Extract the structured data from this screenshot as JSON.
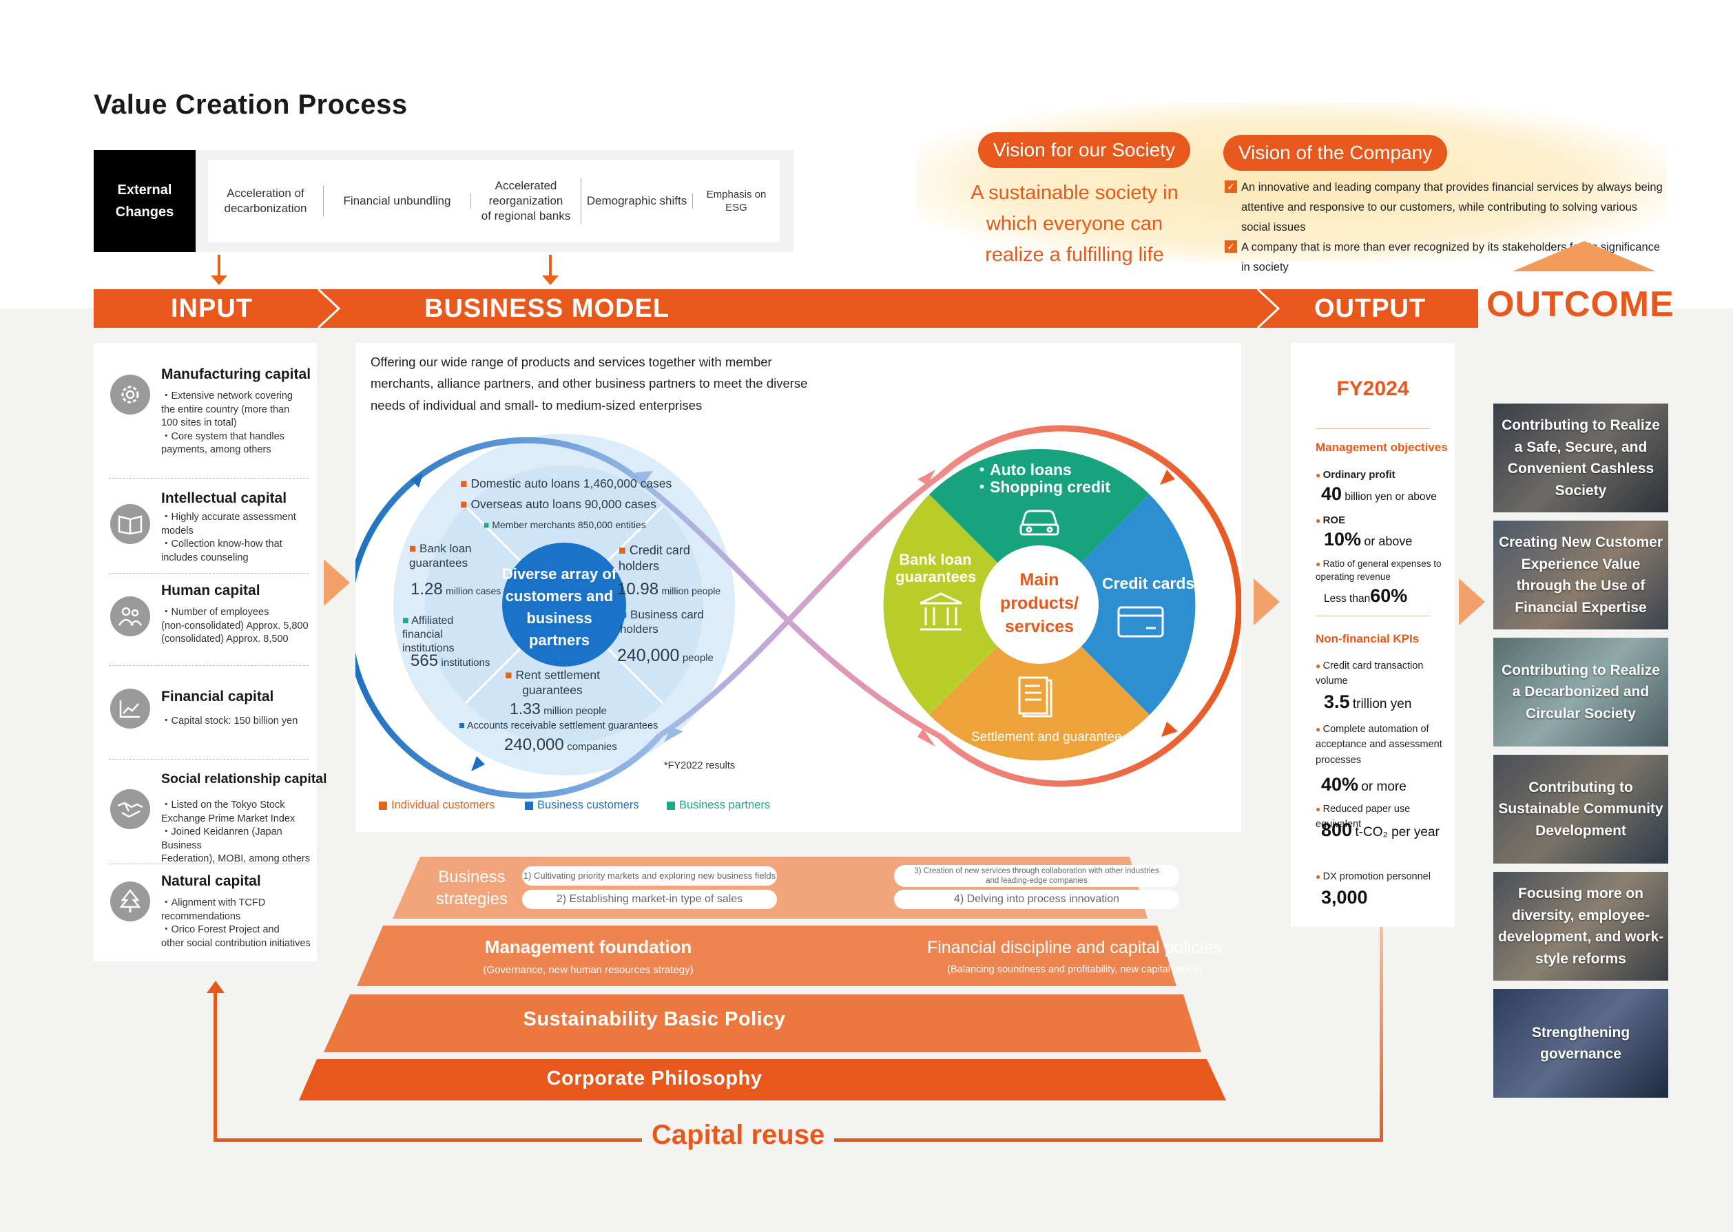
{
  "title": "Value Creation Process",
  "external_changes": {
    "heading": "External\nChanges",
    "items": [
      "Acceleration of\ndecarbonization",
      "Financial unbundling",
      "Accelerated\nreorganization\nof regional banks",
      "Demographic shifts",
      "Emphasis on ESG"
    ]
  },
  "vision": {
    "society_label": "Vision for our Society",
    "society_text": "A sustainable society in which everyone can realize a fulfilling life",
    "company_label": "Vision of the Company",
    "company_items": [
      "An innovative and leading company that provides financial services by always being attentive and responsive to our customers, while contributing to solving various social issues",
      "A company that is more than ever recognized by its stakeholders for its significance in society"
    ]
  },
  "banner": {
    "input": "INPUT",
    "business_model": "BUSINESS MODEL",
    "output": "OUTPUT",
    "outcome": "OUTCOME"
  },
  "input_capitals": [
    {
      "title": "Manufacturing capital",
      "icon": "gear-icon",
      "desc": "・Extensive network covering\n the entire country (more than\n 100 sites in total)\n・Core system that handles\n payments, among others"
    },
    {
      "title": "Intellectual capital",
      "icon": "book-icon",
      "desc": "・Highly accurate assessment\n models\n・Collection know-how that\n includes counseling"
    },
    {
      "title": "Human capital",
      "icon": "people-icon",
      "desc": "・Number of employees\n (non-consolidated) Approx. 5,800\n (consolidated) Approx. 8,500"
    },
    {
      "title": "Financial capital",
      "icon": "chart-icon",
      "desc": "・Capital stock: 150 billion yen"
    },
    {
      "title": "Social relationship capital",
      "icon": "handshake-icon",
      "desc": "・Listed on the Tokyo Stock\n Exchange Prime Market Index\n・Joined Keidanren (Japan Business\n Federation), MOBI, among others"
    },
    {
      "title": "Natural capital",
      "icon": "tree-icon",
      "desc": "・Alignment with TCFD\n recommendations\n・Orico Forest Project and\n other social contribution initiatives"
    }
  ],
  "business_model": {
    "description": "Offering our wide range of products and services together with member merchants, alliance partners, and other business partners to meet the diverse needs of individual and small- to medium-sized enterprises",
    "center_left": "Diverse array of customers and business partners",
    "center_right": "Main products/ services",
    "stats": {
      "domestic_auto": "Domestic auto loans 1,460,000 cases",
      "overseas_auto": "Overseas auto loans 90,000 cases",
      "member_merchants": "Member merchants 850,000 entities",
      "bank_loan_label": "Bank loan guarantees",
      "bank_loan_value": "1.28",
      "bank_loan_unit": "million cases",
      "affiliated_label": "Affiliated financial institutions",
      "affiliated_value": "565",
      "affiliated_unit": "institutions",
      "credit_card_label": "Credit card holders",
      "credit_card_value": "10.98",
      "credit_card_unit": "million people",
      "business_card_label": "Business card holders",
      "business_card_value": "240,000",
      "business_card_unit": "people",
      "rent_label": "Rent settlement guarantees",
      "rent_value": "1.33",
      "rent_unit": "million people",
      "ar_label": "Accounts receivable settlement guarantees",
      "ar_value": "240,000",
      "ar_unit": "companies"
    },
    "products": {
      "auto": "・Auto loans",
      "shopping": "・Shopping credit",
      "credit_cards": "Credit cards",
      "bank_loan": "Bank loan guarantees",
      "settlement": "Settlement and guarantee"
    },
    "footnote": "*FY2022 results",
    "legend": [
      {
        "label": "Individual customers",
        "color": "#e8631a"
      },
      {
        "label": "Business customers",
        "color": "#1a73c8"
      },
      {
        "label": "Business partners",
        "color": "#1aaa8a"
      }
    ]
  },
  "pyramid": {
    "strategies_label": "Business strategies",
    "strategy_items": [
      "1) Cultivating priority markets and exploring new business fields",
      "2) Establishing market-in type of sales",
      "3) Creation of new services through collaboration with other industries and leading-edge companies",
      "4) Delving into process innovation"
    ],
    "foundation_title": "Management foundation",
    "foundation_sub": "(Governance, new human resources strategy)",
    "discipline_title": "Financial discipline and capital policies",
    "discipline_sub": "(Balancing soundness and profitability, new capital policy)",
    "sustainability": "Sustainability Basic Policy",
    "philosophy": "Corporate Philosophy"
  },
  "output": {
    "year": "FY2024",
    "mgmt_heading": "Management objectives",
    "nonfin_heading": "Non-financial KPIs",
    "items": [
      {
        "label": "Ordinary profit",
        "value": "40",
        "unit": "billion yen or above"
      },
      {
        "label": "ROE",
        "value": "10%",
        "unit": "or above"
      },
      {
        "label": "Ratio of general expenses to operating revenue",
        "prefix": "Less than",
        "value": "60%"
      },
      {
        "label": "Credit card transaction volume",
        "value": "3.5",
        "unit": "trillion yen"
      },
      {
        "label": "Complete automation of acceptance and assessment processes",
        "value": "40%",
        "unit": "or more"
      },
      {
        "label": "Reduced paper use equivalent",
        "value": "800",
        "unit": "t-CO₂ per year"
      },
      {
        "label": "DX promotion personnel",
        "value": "3,000"
      }
    ]
  },
  "outcomes": [
    "Contributing to Realize a Safe, Secure, and Convenient Cashless Society",
    "Creating New Customer Experience Value through the Use of Financial Expertise",
    "Contributing to Realize a Decarbonized and Circular Society",
    "Contributing to Sustainable Community Development",
    "Focusing more on diversity, employee-development, and work-style reforms",
    "Strengthening governance"
  ],
  "capital_reuse": "Capital reuse",
  "colors": {
    "accent": "#e8581c",
    "blue": "#1a73c8",
    "teal": "#1aaa8a"
  }
}
